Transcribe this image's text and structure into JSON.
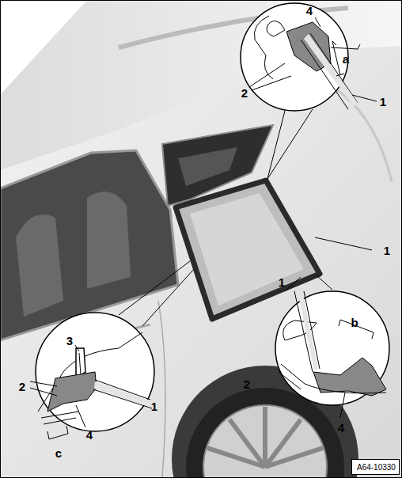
{
  "diagram": {
    "nodes": [
      {
        "text": [
          "A64-10330"
        ]
      }
    ],
    "labels": [
      "4",
      "a",
      "2",
      "1",
      "1",
      "1",
      "b",
      "2",
      "4",
      "3",
      "2",
      "1",
      "c",
      "4"
    ]
  }
}
